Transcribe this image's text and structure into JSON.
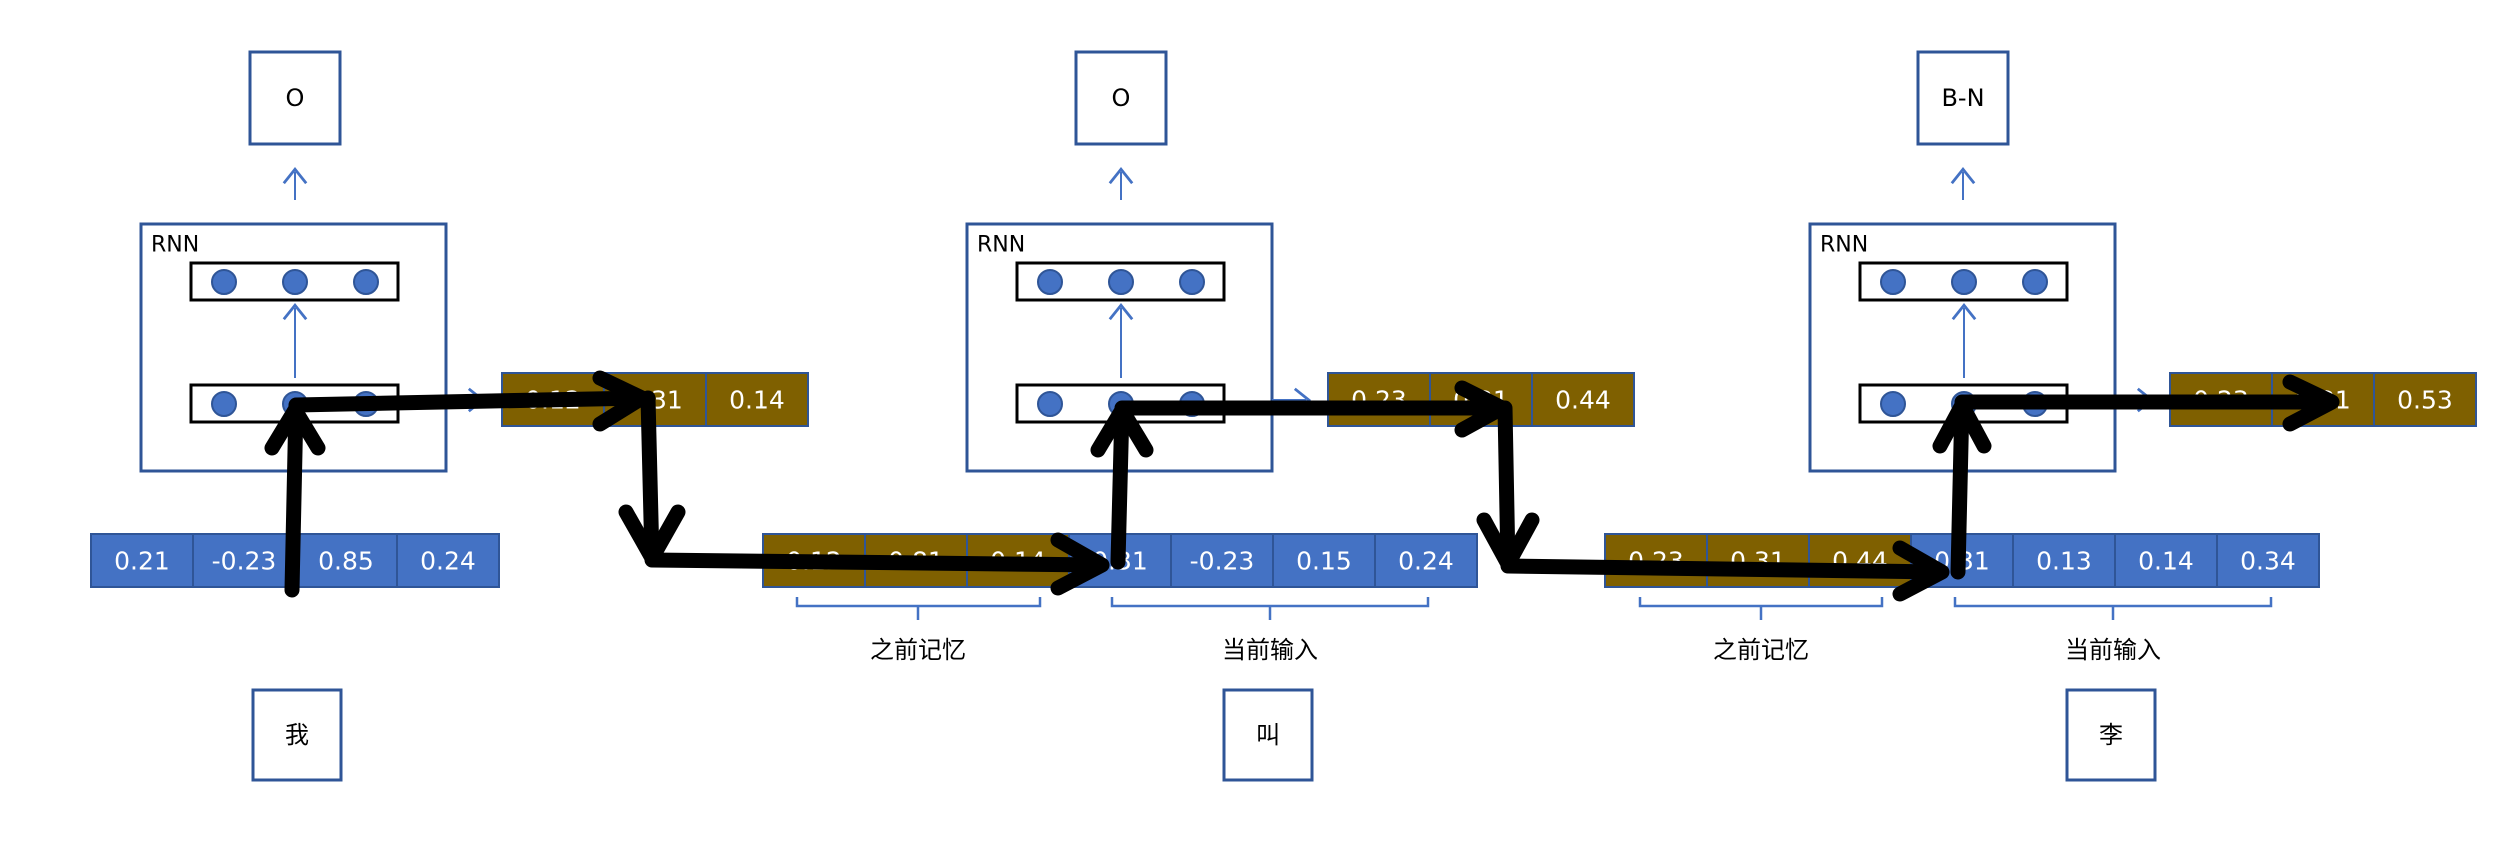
{
  "steps": [
    {
      "output": "O",
      "rnn_label": "RNN",
      "input_token": "我"
    },
    {
      "output": "O",
      "rnn_label": "RNN",
      "input_token": "叫"
    },
    {
      "output": "B-N",
      "rnn_label": "RNN",
      "input_token": "李"
    }
  ],
  "hidden_states": [
    [
      "0.12",
      "0.31",
      "0.14"
    ],
    [
      "0.23",
      "0.31",
      "0.44"
    ],
    [
      "0.23",
      "0.31",
      "0.53"
    ]
  ],
  "current_inputs": [
    [
      "0.21",
      "-0.23",
      "0.85",
      "0.24"
    ],
    [
      "0.31",
      "-0.23",
      "0.15",
      "0.24"
    ],
    [
      "0.31",
      "0.13",
      "0.14",
      "0.34"
    ]
  ],
  "previous_memory": [
    [
      "0.12",
      "0.81",
      "0.14"
    ],
    [
      "0.23",
      "0.31",
      "0.44"
    ]
  ],
  "bracket_labels": {
    "previous_memory": "之前记忆",
    "current_input": "当前输入"
  },
  "colors": {
    "cell_blue": "#4472c4",
    "cell_gold": "#7f6000",
    "box_border": "#2f5597",
    "flow_arrow": "#000000"
  }
}
